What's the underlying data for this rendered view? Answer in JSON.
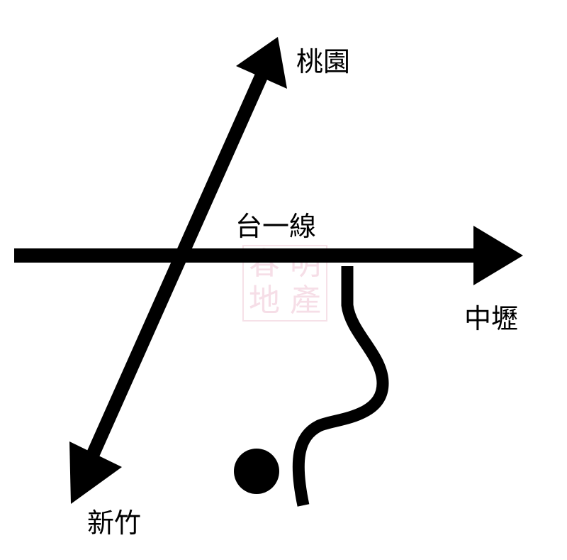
{
  "labels": {
    "north": "桃園",
    "road": "台一線",
    "east": "中壢",
    "south": "新竹"
  },
  "watermark": [
    "春",
    "明",
    "地",
    "產"
  ],
  "colors": {
    "ink": "#000000",
    "watermark": "#e6a0b9"
  }
}
